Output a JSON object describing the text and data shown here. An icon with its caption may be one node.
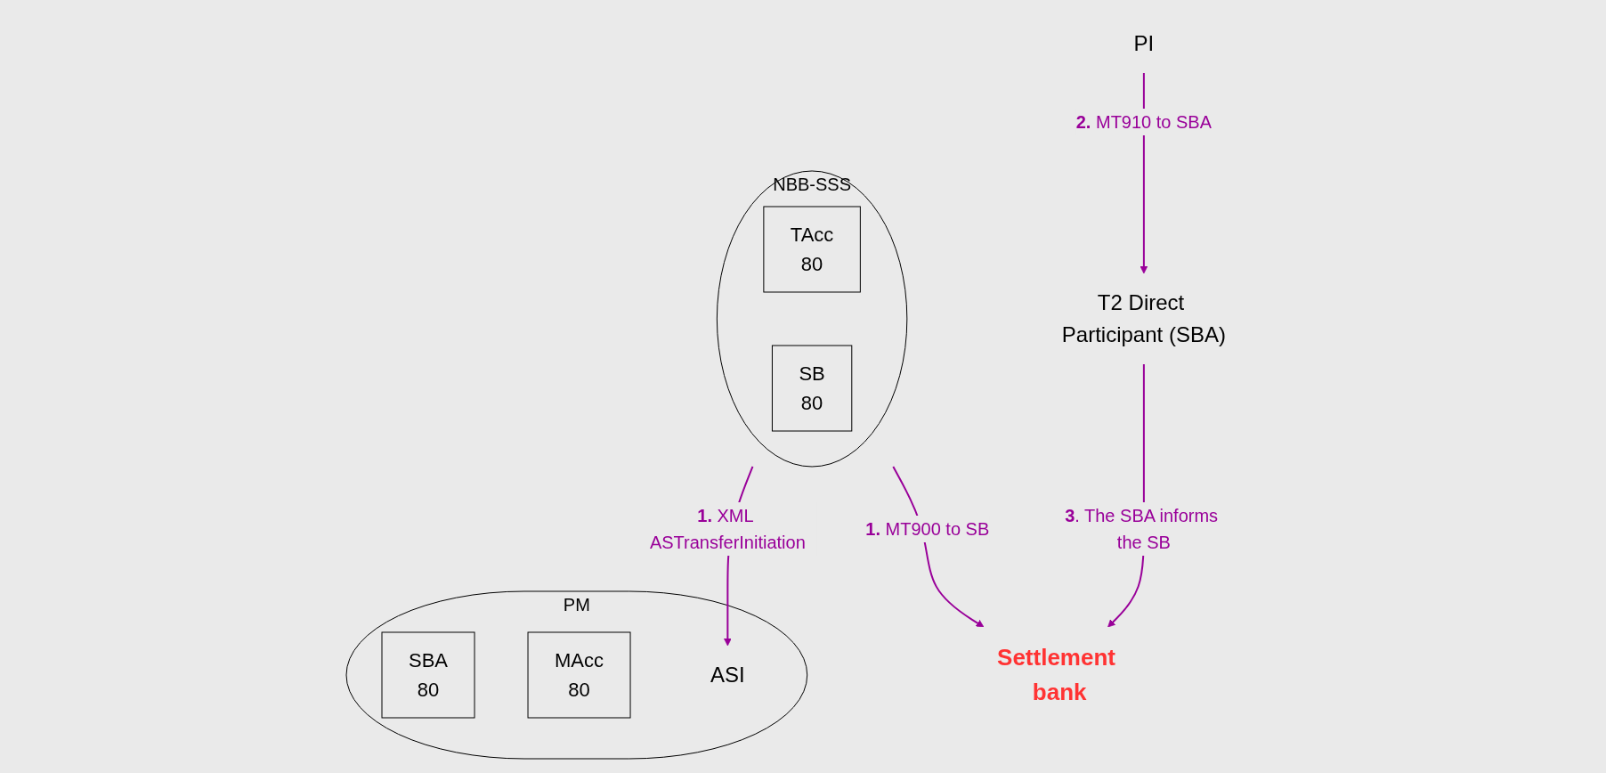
{
  "diagram": {
    "nodes": [
      {
        "text": [
          "PM"
        ]
      },
      {
        "text": [
          "SBA",
          "80"
        ],
        "in": 0
      },
      {
        "text": [
          "MAcc",
          "80"
        ],
        "in": 0
      },
      {
        "text": [
          "ASI"
        ],
        "in": 0
      },
      {
        "text": [
          "PI"
        ]
      },
      {
        "text": [
          "NBB-SSS"
        ]
      },
      {
        "text": [
          "TAcc",
          "80"
        ],
        "in": 5
      },
      {
        "text": [
          "SB",
          "80"
        ],
        "in": 5
      },
      {
        "text": [
          "T2 Direct Participant (SBA)"
        ]
      },
      {
        "text": [
          "Settlement bank"
        ]
      }
    ],
    "edges": [
      {
        "from": 5,
        "to": 3,
        "arrow": "to",
        "label": "**1.** XML ASTransferInitiation"
      },
      {
        "from": 4,
        "to": 8,
        "arrow": "to",
        "label": "**2.** MT910 to SBA"
      },
      {
        "from": 5,
        "to": 9,
        "arrow": "to",
        "label": "**1.** MT900 to SB"
      },
      {
        "from": 8,
        "to": 9,
        "arrow": "to",
        "label": "**3**. The SBA informs the SB"
      }
    ]
  }
}
